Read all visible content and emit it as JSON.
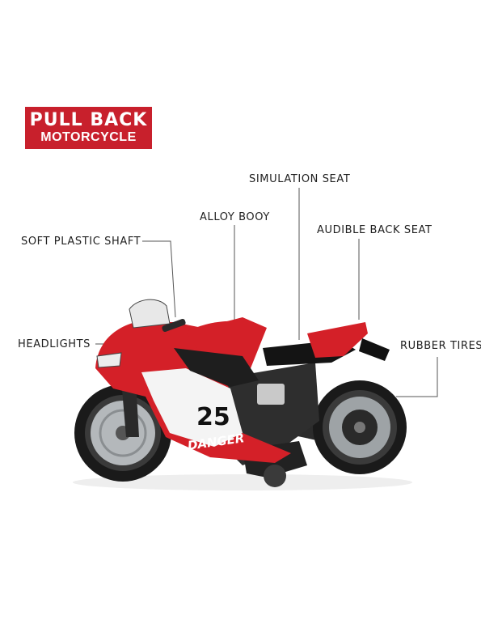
{
  "badge": {
    "line1": "PULL BACK",
    "line2": "MOTORCYCLE"
  },
  "callouts": {
    "simulation_seat": "SIMULATION SEAT",
    "alloy_body": "ALLOY BOOY",
    "audible_back_seat": "AUDIBLE BACK SEAT",
    "soft_plastic_shaft": "SOFT PLASTIC SHAFT",
    "headlights": "HEADLIGHTS",
    "rubber_tires": "RUBBER TIRES"
  },
  "decals": {
    "number": "25",
    "name": "DANGER"
  },
  "colors": {
    "accent": "#c8202c",
    "body_red": "#d42028",
    "line": "#555555"
  }
}
